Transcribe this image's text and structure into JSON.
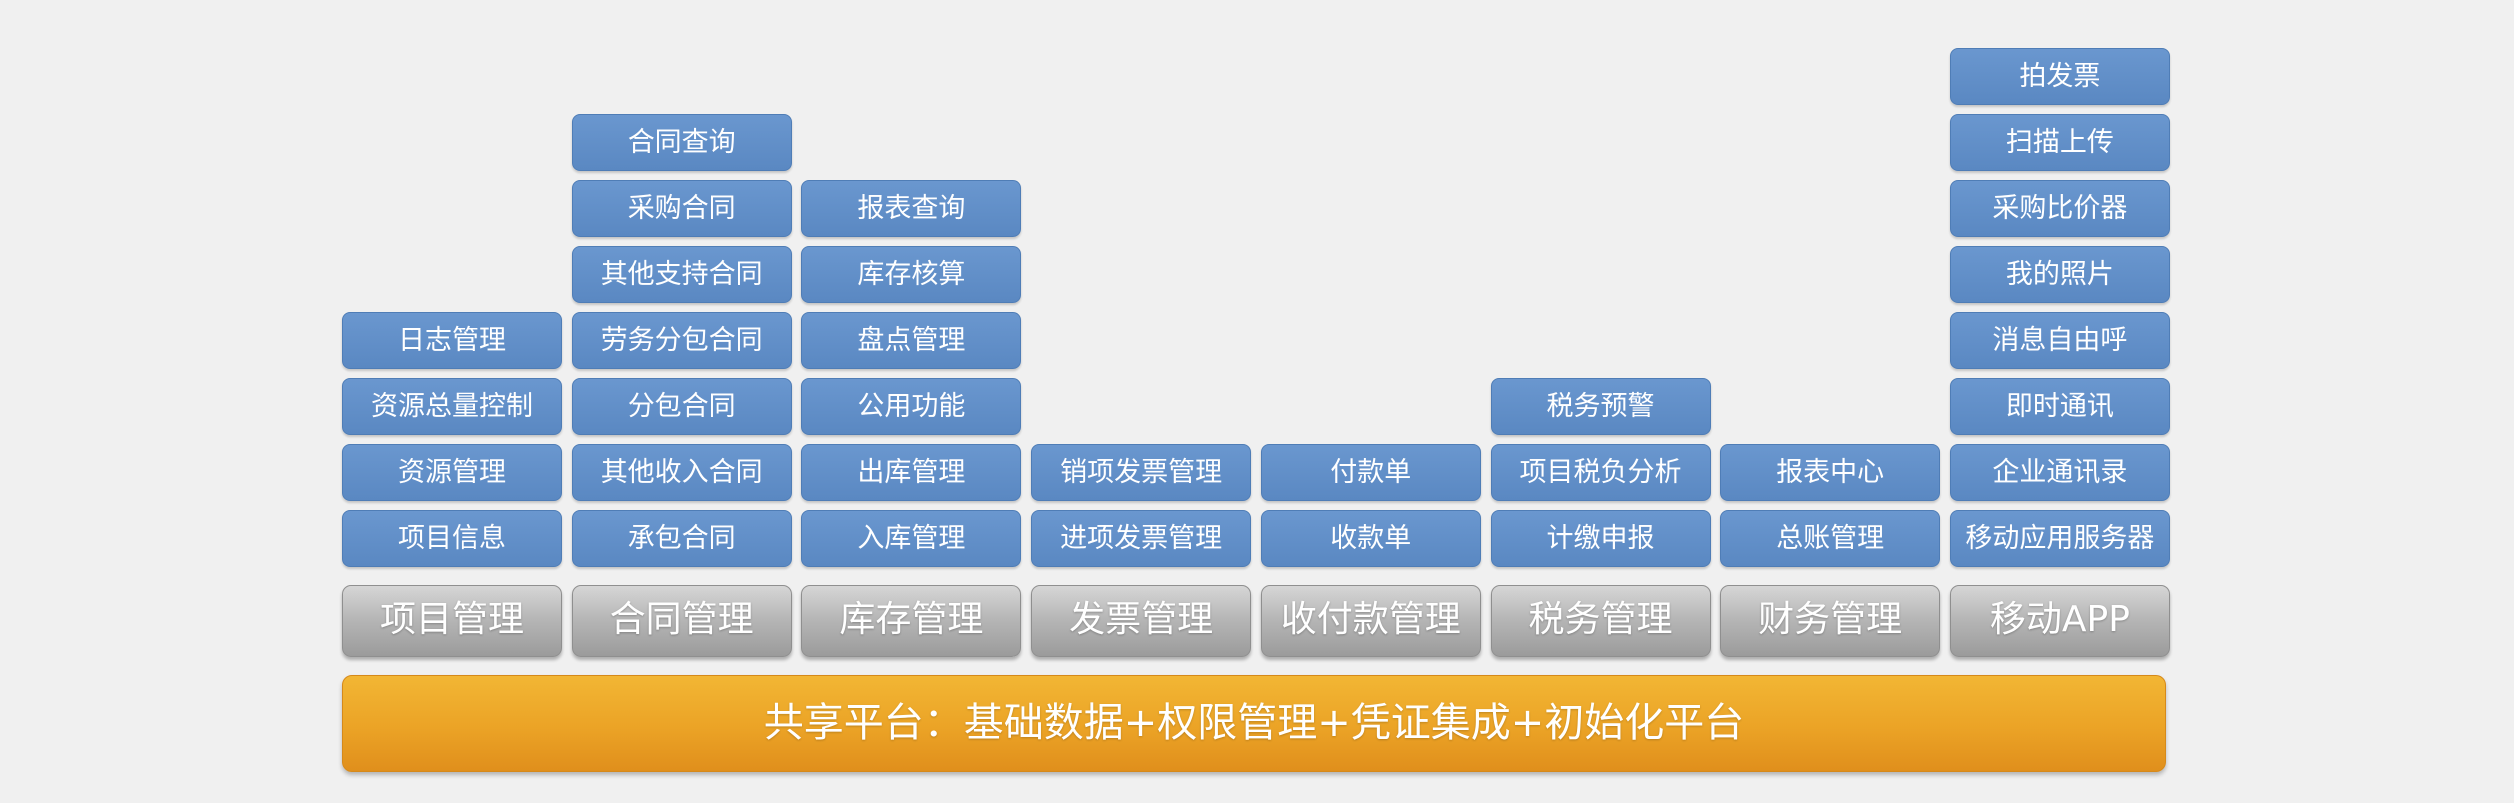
{
  "diagram": {
    "platform": {
      "label": "共享平台：基础数据+权限管理+凭证集成+初始化平台",
      "color": "#eba326"
    },
    "item_color": "#5b89c4",
    "module_color": "#a9a9a9",
    "modules": [
      {
        "label": "项目管理",
        "items": [
          "日志管理",
          "资源总量控制",
          "资源管理",
          "项目信息"
        ]
      },
      {
        "label": "合同管理",
        "items": [
          "合同查询",
          "采购合同",
          "其他支持合同",
          "劳务分包合同",
          "分包合同",
          "其他收入合同",
          "承包合同"
        ]
      },
      {
        "label": "库存管理",
        "items": [
          "报表查询",
          "库存核算",
          "盘点管理",
          "公用功能",
          "出库管理",
          "入库管理"
        ]
      },
      {
        "label": "发票管理",
        "items": [
          "销项发票管理",
          "进项发票管理"
        ]
      },
      {
        "label": "收付款管理",
        "items": [
          "付款单",
          "收款单"
        ]
      },
      {
        "label": "税务管理",
        "items": [
          "税务预警",
          "项目税负分析",
          "计缴申报"
        ]
      },
      {
        "label": "财务管理",
        "items": [
          "报表中心",
          "总账管理"
        ]
      },
      {
        "label": "移动APP",
        "items": [
          "拍发票",
          "扫描上传",
          "采购比价器",
          "我的照片",
          "消息自由呼",
          "即时通讯",
          "企业通讯录",
          "移动应用服务器"
        ]
      }
    ]
  }
}
